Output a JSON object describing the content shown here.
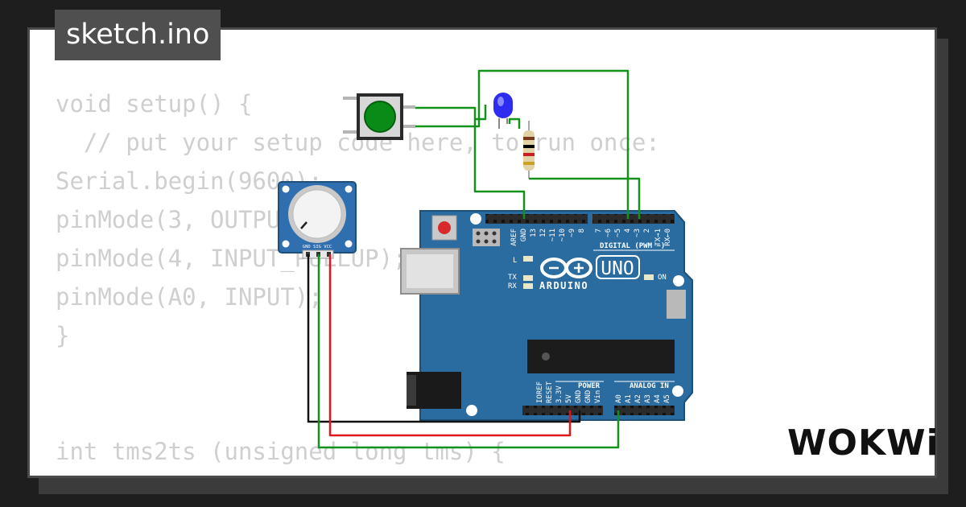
{
  "file_tab": {
    "title": "sketch.ino"
  },
  "code_lines": [
    "void setup() {",
    "  // put your setup code here, to run once:",
    "Serial.begin(9600);",
    "pinMode(3, OUTPUT);",
    "pinMode(4, INPUT_PULLUP);",
    "pinMode(A0, INPUT);",
    "}",
    "",
    "",
    "int tms2ts (unsigned long tms) {"
  ],
  "board": {
    "brand": "ARDUINO",
    "model": "UNO",
    "digital_header_label": "DIGITAL (PWM ~)",
    "power_header_label": "POWER",
    "analog_header_label": "ANALOG IN",
    "on_led_label": "ON",
    "l_led_label": "L",
    "tx_label": "TX",
    "rx_label": "RX",
    "left_pin_labels": [
      "AREF",
      "GND",
      "13",
      "12",
      "~11",
      "~10",
      "~9",
      "8"
    ],
    "right_pin_labels": [
      "7",
      "~6",
      "~5",
      "4",
      "~3",
      "2",
      "TX→1",
      "RX←0"
    ],
    "power_pin_labels": [
      "IOREF",
      "RESET",
      "3.3V",
      "5V",
      "GND",
      "GND",
      "Vin"
    ],
    "analog_pin_labels": [
      "A0",
      "A1",
      "A2",
      "A3",
      "A4",
      "A5"
    ]
  },
  "potentiometer": {
    "pin_labels": "GND SIG VCC"
  },
  "colors": {
    "board": "#2a6ba0",
    "wire_green": "#13911b",
    "wire_red": "#e0161b",
    "wire_black": "#111111",
    "button_cap": "#0a8a16",
    "led": "#2e2cf0"
  },
  "brand_logo": {
    "text": "WOKWi"
  }
}
